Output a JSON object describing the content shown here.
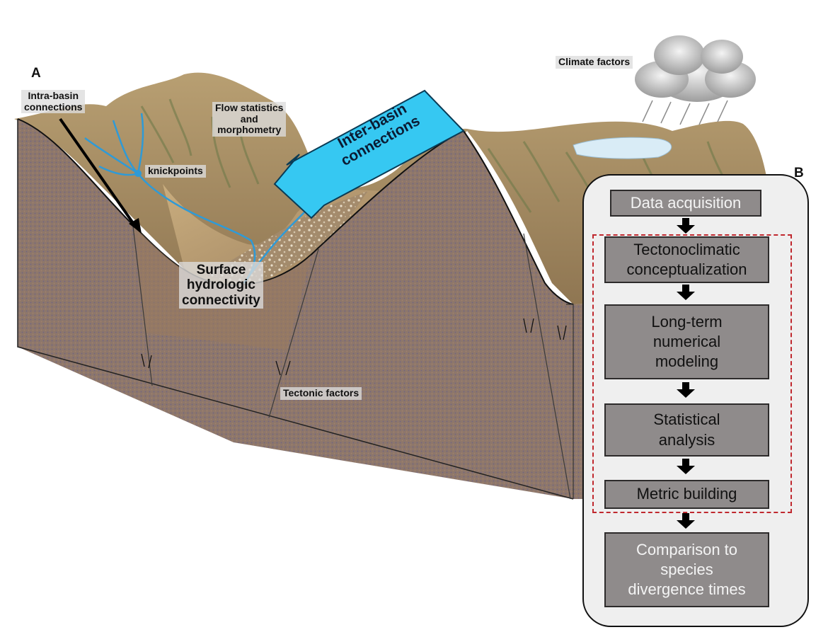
{
  "panel_a": {
    "letter": "A",
    "labels": {
      "intra_basin": [
        "Intra-basin",
        "connections"
      ],
      "flow_statistics": [
        "Flow statistics",
        "and",
        "morphometry"
      ],
      "knickpoints": "knickpoints",
      "inter_basin": [
        "Inter-basin",
        "connections"
      ],
      "surface_connectivity": [
        "Surface",
        "hydrologic",
        "connectivity"
      ],
      "tectonic_factors": "Tectonic factors",
      "climate_factors": "Climate factors"
    }
  },
  "panel_b": {
    "letter": "B",
    "steps": [
      {
        "lines": [
          "Data acquisition"
        ]
      },
      {
        "lines": [
          "Tectonoclimatic",
          "conceptualization"
        ]
      },
      {
        "lines": [
          "Long-term",
          "numerical",
          "modeling"
        ]
      },
      {
        "lines": [
          "Statistical",
          "analysis"
        ]
      },
      {
        "lines": [
          "Metric building"
        ]
      },
      {
        "lines": [
          "Comparison to",
          "species",
          "divergence times"
        ]
      }
    ]
  },
  "colors": {
    "block_fill": "#8e786c",
    "terrain": "#b49a6c",
    "river": "#2f9ad6",
    "inter_basin_arrow": "#36c8f2",
    "step_fill": "#8f8b8b",
    "dashed_border": "#c0282e"
  }
}
